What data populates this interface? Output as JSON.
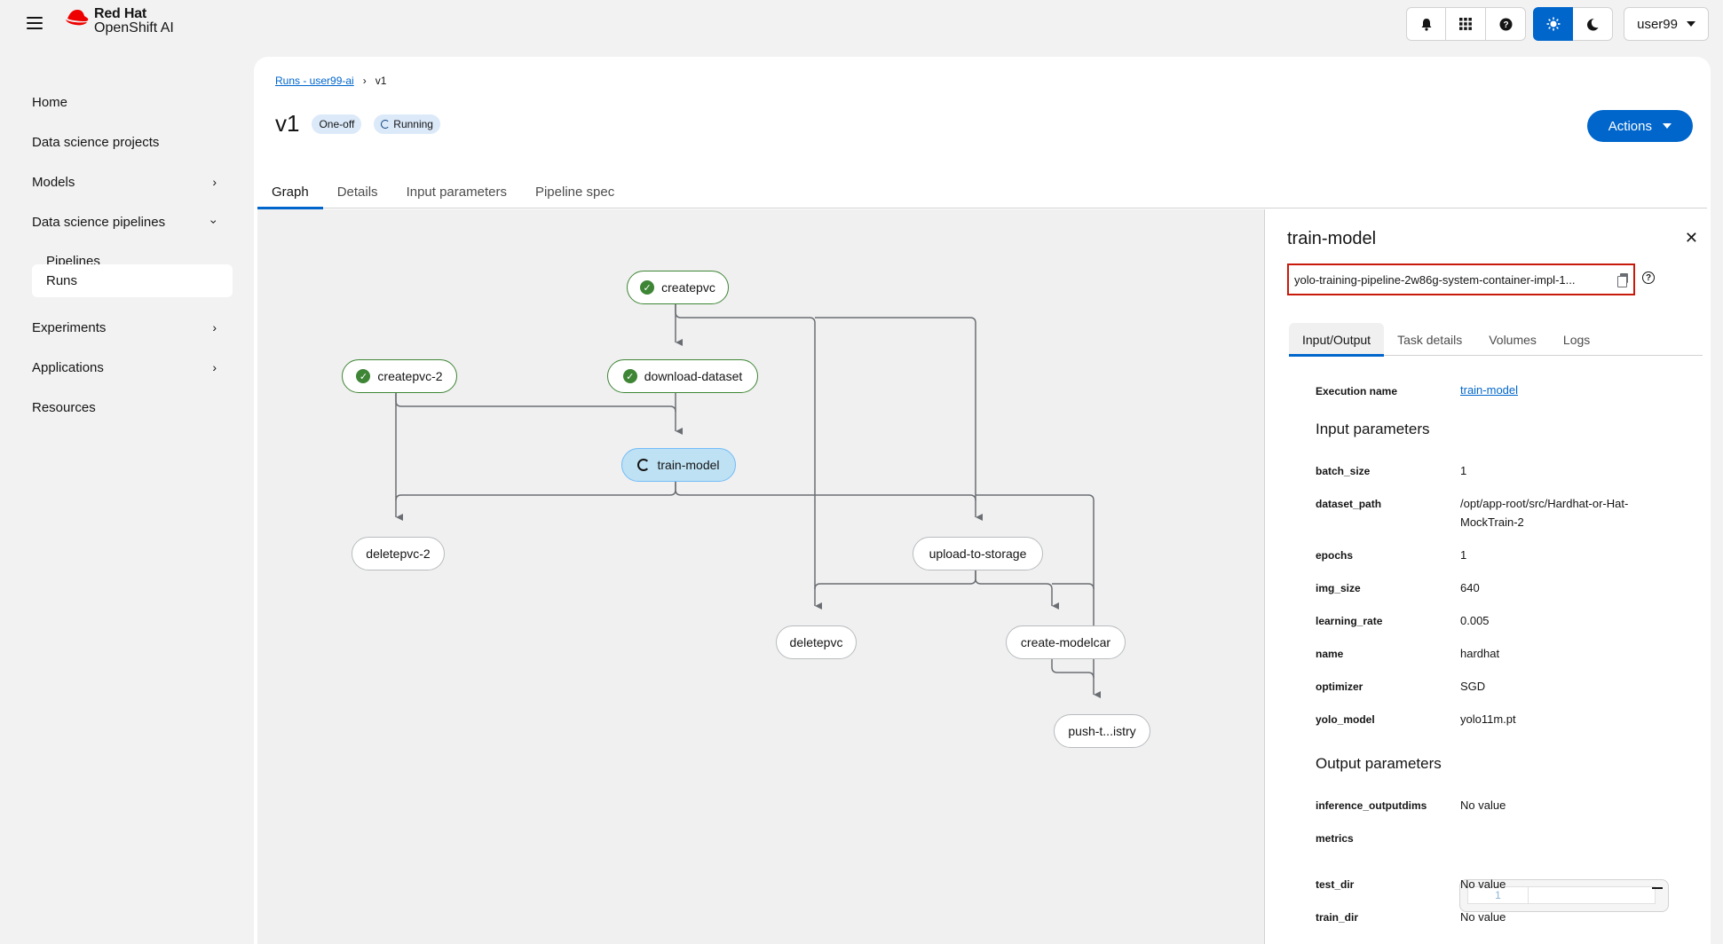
{
  "brand": {
    "line1": "Red Hat",
    "line2": "OpenShift AI"
  },
  "masthead": {
    "user": "user99"
  },
  "sidebar": {
    "items": [
      {
        "label": "Home"
      },
      {
        "label": "Data science projects"
      },
      {
        "label": "Models"
      },
      {
        "label": "Data science pipelines"
      },
      {
        "label": "Pipelines"
      },
      {
        "label": "Runs"
      },
      {
        "label": "Experiments"
      },
      {
        "label": "Applications"
      },
      {
        "label": "Resources"
      }
    ]
  },
  "breadcrumb": {
    "parent": "Runs - user99-ai",
    "current": "v1"
  },
  "run": {
    "title": "v1",
    "badge_type": "One-off",
    "badge_status": "Running"
  },
  "actions_label": "Actions",
  "tabs": [
    "Graph",
    "Details",
    "Input parameters",
    "Pipeline spec"
  ],
  "graph": {
    "nodes": {
      "createpvc": "createpvc",
      "createpvc2": "createpvc-2",
      "download": "download-dataset",
      "train": "train-model",
      "deletepvc2": "deletepvc-2",
      "upload": "upload-to-storage",
      "deletepvc": "deletepvc",
      "modelcar": "create-modelcar",
      "push": "push-t...istry"
    }
  },
  "drawer": {
    "title": "train-model",
    "exec_id": "yolo-training-pipeline-2w86g-system-container-impl-1...",
    "subtabs": [
      "Input/Output",
      "Task details",
      "Volumes",
      "Logs"
    ],
    "execution_name_label": "Execution name",
    "execution_name": "train-model",
    "input_header": "Input parameters",
    "inputs": [
      {
        "k": "batch_size",
        "v": "1"
      },
      {
        "k": "dataset_path",
        "v": "/opt/app-root/src/Hardhat-or-Hat-MockTrain-2"
      },
      {
        "k": "epochs",
        "v": "1"
      },
      {
        "k": "img_size",
        "v": "640"
      },
      {
        "k": "learning_rate",
        "v": "0.005"
      },
      {
        "k": "name",
        "v": "hardhat"
      },
      {
        "k": "optimizer",
        "v": "SGD"
      },
      {
        "k": "yolo_model",
        "v": "yolo11m.pt"
      }
    ],
    "output_header": "Output parameters",
    "outputs": [
      {
        "k": "inference_outputdims",
        "v": "No value"
      },
      {
        "k": "metrics",
        "v": "1"
      },
      {
        "k": "test_dir",
        "v": "No value"
      },
      {
        "k": "train_dir",
        "v": "No value"
      }
    ]
  }
}
